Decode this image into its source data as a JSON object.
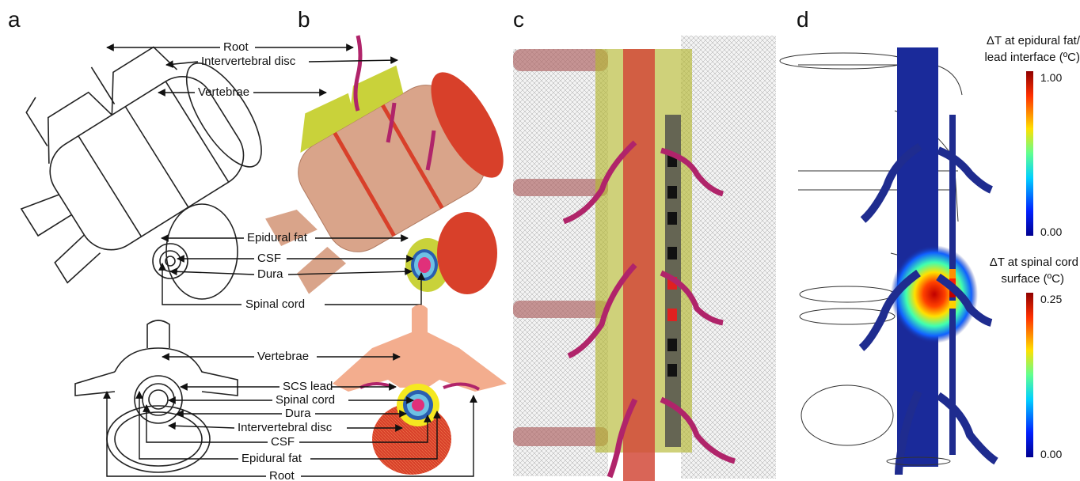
{
  "panels": {
    "a": "a",
    "b": "b",
    "c": "c",
    "d": "d"
  },
  "labels_top": {
    "root": "Root",
    "intervertebral_disc": "Intervertebral disc",
    "vertebrae": "Vertebrae",
    "epidural_fat": "Epidural fat",
    "csf": "CSF",
    "dura": "Dura",
    "spinal_cord": "Spinal cord"
  },
  "labels_bottom": {
    "vertebrae": "Vertebrae",
    "scs_lead": "SCS lead",
    "spinal_cord": "Spinal cord",
    "dura": "Dura",
    "intervertebral_disc": "Intervertebral disc",
    "csf": "CSF",
    "epidural_fat": "Epidural fat",
    "root": "Root"
  },
  "colorbars": [
    {
      "title_line1": "ΔT at epidural fat/",
      "title_line2": "lead interface (ºC)",
      "max": "1.00",
      "min": "0.00",
      "colormap": "jet"
    },
    {
      "title_line1": "ΔT at  spinal cord",
      "title_line2": "surface (ºC)",
      "max": "0.25",
      "min": "0.00",
      "colormap": "jet"
    }
  ],
  "colors": {
    "bone": "#d9a48a",
    "epidural_fat": "#c9d23a",
    "disc": "#d8402a",
    "root": "#b0246a",
    "csf": "#6ec1e4",
    "cord": "#e0307a",
    "dura": "#2a5fb0",
    "lead_blue": "#1f2c8f",
    "cold": "#1a2a9a"
  }
}
